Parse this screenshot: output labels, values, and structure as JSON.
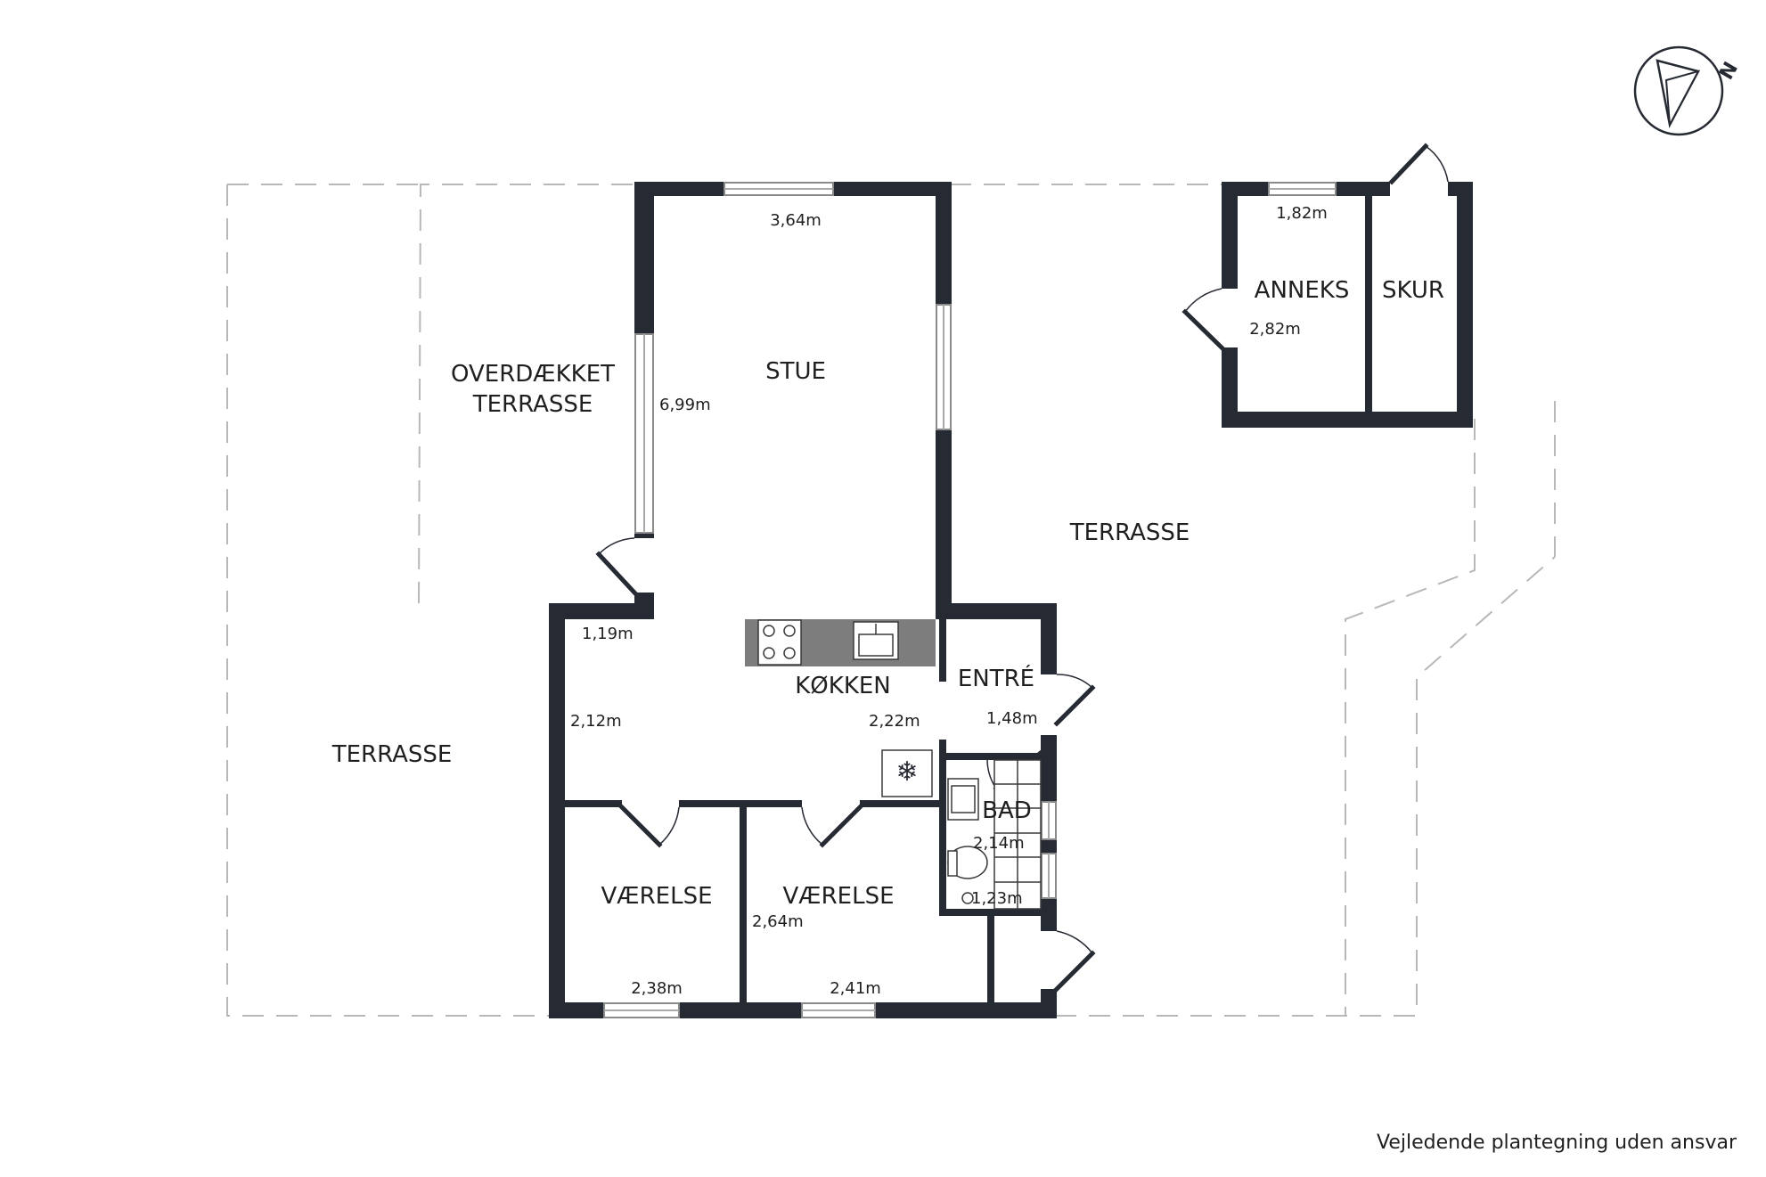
{
  "rooms": {
    "overdaekket_terrasse_line1": "OVERDÆKKET",
    "overdaekket_terrasse_line2": "TERRASSE",
    "stue": "STUE",
    "terrasse_east": "TERRASSE",
    "terrasse_west": "TERRASSE",
    "anneks": "ANNEKS",
    "skur": "SKUR",
    "koekken": "KØKKEN",
    "entre": "ENTRÉ",
    "bad": "BAD",
    "vaerelse_left": "VÆRELSE",
    "vaerelse_right": "VÆRELSE"
  },
  "dimensions": {
    "stue_width": "3,64m",
    "stue_depth": "6,99m",
    "anneks_width": "1,82m",
    "anneks_depth": "2,82m",
    "koekken_entry": "1,19m",
    "koekken_depth": "2,12m",
    "koekken_width": "2,22m",
    "entre_width": "1,48m",
    "bad_depth": "2,14m",
    "bad_width": "1,23m",
    "vaerelse_left_width": "2,38m",
    "vaerelse_right_depth": "2,64m",
    "vaerelse_right_width": "2,41m"
  },
  "compass": {
    "label": "N"
  },
  "caption": "Vejledende plantegning uden ansvar",
  "colors": {
    "wall": "#262a33",
    "dashed_outline": "#b8b8b8",
    "counter": "#7d7d7d"
  }
}
